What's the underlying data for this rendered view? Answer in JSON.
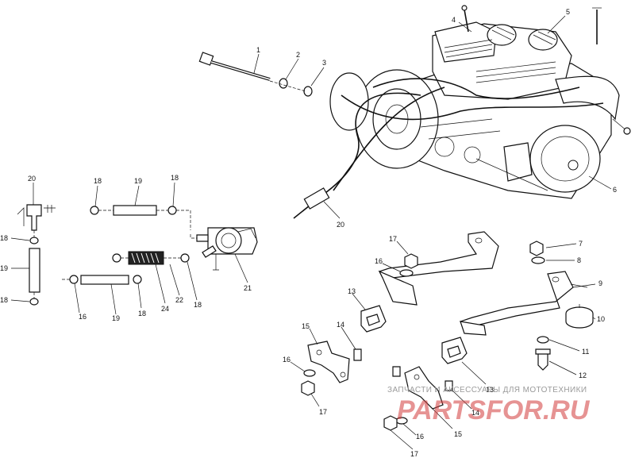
{
  "callouts": {
    "c1": "1",
    "c2": "2",
    "c3": "3",
    "c4": "4",
    "c5": "5",
    "c6": "6",
    "c7": "7",
    "c8": "8",
    "c9": "9",
    "c10": "10",
    "c11": "11",
    "c12": "12",
    "c13a": "13",
    "c13b": "13",
    "c14a": "14",
    "c14b": "14",
    "c15a": "15",
    "c15b": "15",
    "c16a": "16",
    "c16b": "16",
    "c16c": "16",
    "c16d": "16",
    "c17a": "17",
    "c17b": "17",
    "c17c": "17",
    "c18a": "18",
    "c18b": "18",
    "c18c": "18",
    "c18d": "18",
    "c18e": "18",
    "c18f": "18",
    "c18g": "18",
    "c19a": "19",
    "c19b": "19",
    "c19c": "19",
    "c20a": "20",
    "c20b": "20",
    "c21": "21",
    "c22": "22",
    "c24": "24"
  },
  "watermark": {
    "subtitle": "ЗАПЧАСТИ И АКСЕССУАРЫ ДЛЯ МОТОТЕХНИКИ",
    "logo": "PARTSFOR.RU"
  }
}
